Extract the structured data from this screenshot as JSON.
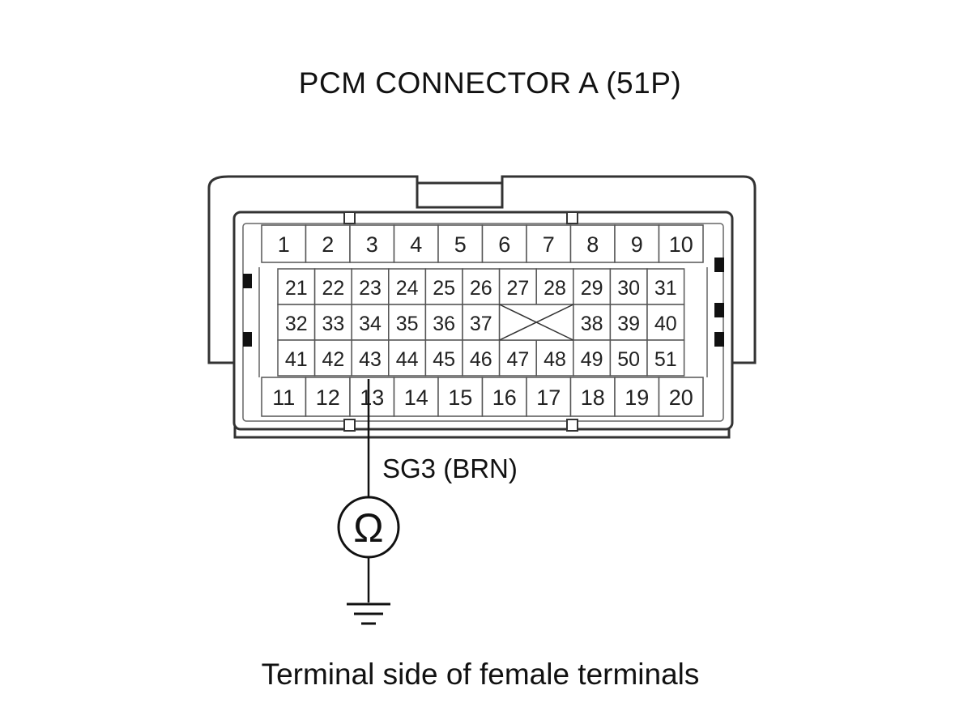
{
  "title": "PCM CONNECTOR A (51P)",
  "caption": "Terminal side of female terminals",
  "probe": {
    "wire_label": "SG3 (BRN)",
    "terminal": "13",
    "meter_symbol": "Ω",
    "meter_name": "ohmmeter-icon",
    "ground_name": "ground-icon"
  },
  "connector": {
    "pin_count": 51,
    "rows": [
      [
        "1",
        "2",
        "3",
        "4",
        "5",
        "6",
        "7",
        "8",
        "9",
        "10"
      ],
      [
        "21",
        "22",
        "23",
        "24",
        "25",
        "26",
        "27",
        "28",
        "29",
        "30",
        "31"
      ],
      [
        "32",
        "33",
        "34",
        "35",
        "36",
        "37",
        "",
        "",
        "38",
        "39",
        "40"
      ],
      [
        "41",
        "42",
        "43",
        "44",
        "45",
        "46",
        "47",
        "48",
        "49",
        "50",
        "51"
      ],
      [
        "11",
        "12",
        "13",
        "14",
        "15",
        "16",
        "17",
        "18",
        "19",
        "20"
      ]
    ],
    "empty_cavity": true
  }
}
